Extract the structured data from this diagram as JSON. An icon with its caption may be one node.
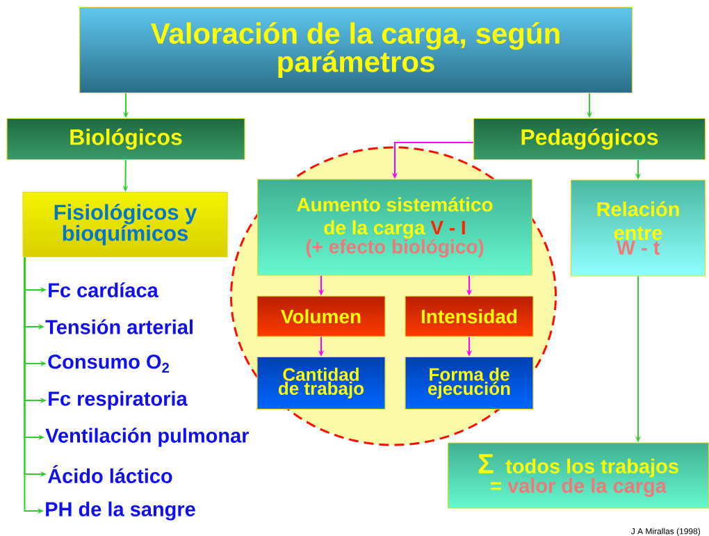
{
  "diagram": {
    "nodes": [
      {
        "text": [
          "Valoración de la carga, según parámetros"
        ]
      },
      {
        "text": [
          "Biológicos"
        ]
      },
      {
        "text": [
          "Pedagógicos"
        ]
      },
      {
        "text": [
          "Fisiológicos y bioquímicos"
        ]
      },
      {
        "text": [],
        "shape": "circle"
      },
      {
        "text": [
          "Aumento sistemático de la carga",
          "V - I",
          "(+ efecto biológico)"
        ],
        "in": 4
      },
      {
        "text": [
          "Volumen"
        ],
        "in": 4
      },
      {
        "text": [
          "Intensidad"
        ],
        "in": 4
      },
      {
        "text": [
          "Cantidad de trabajo"
        ],
        "in": 4
      },
      {
        "text": [
          "Forma de ejecución"
        ],
        "in": 4
      },
      {
        "text": [
          "Relación entre",
          "W - t"
        ]
      },
      {
        "text": [
          "Σ",
          "todos los trabajos",
          "=",
          "valor de la carga"
        ]
      },
      {
        "text": [
          "Fc cardíaca"
        ]
      },
      {
        "text": [
          "Tensión arterial"
        ]
      },
      {
        "text": [
          "Consumo O$_{2}$"
        ]
      },
      {
        "text": [
          "Fc respiratoria"
        ]
      },
      {
        "text": [
          "Ventilación pulmonar"
        ]
      },
      {
        "text": [
          "Ácido láctico"
        ]
      },
      {
        "text": [
          "PH de la sangre"
        ]
      }
    ],
    "edges": [
      {
        "from": 0,
        "to": 1,
        "arrow": "to"
      },
      {
        "from": 0,
        "to": 2,
        "arrow": "to"
      },
      {
        "from": 1,
        "to": 3,
        "arrow": "to"
      },
      {
        "from": 2,
        "to": 5,
        "arrow": "to",
        "color": "#ff00ff"
      },
      {
        "from": 2,
        "to": 10,
        "arrow": "to"
      },
      {
        "from": 5,
        "to": 6,
        "arrow": "to",
        "color": "#ff00ff"
      },
      {
        "from": 5,
        "to": 7,
        "arrow": "to",
        "color": "#ff00ff"
      },
      {
        "from": 6,
        "to": 8,
        "arrow": "to",
        "color": "#ff00ff"
      },
      {
        "from": 7,
        "to": 9,
        "arrow": "to",
        "color": "#ff00ff"
      },
      {
        "from": 10,
        "to": 11,
        "arrow": "to"
      },
      {
        "from": 3,
        "to": 12,
        "arrow": "to"
      },
      {
        "from": 3,
        "to": 13,
        "arrow": "to"
      },
      {
        "from": 3,
        "to": 14,
        "arrow": "to"
      },
      {
        "from": 3,
        "to": 15,
        "arrow": "to"
      },
      {
        "from": 3,
        "to": 16,
        "arrow": "to"
      },
      {
        "from": 3,
        "to": 17,
        "arrow": "to"
      },
      {
        "from": 3,
        "to": 18,
        "arrow": "to"
      }
    ],
    "labels": [
      "J A Mirallas (1998)"
    ]
  }
}
